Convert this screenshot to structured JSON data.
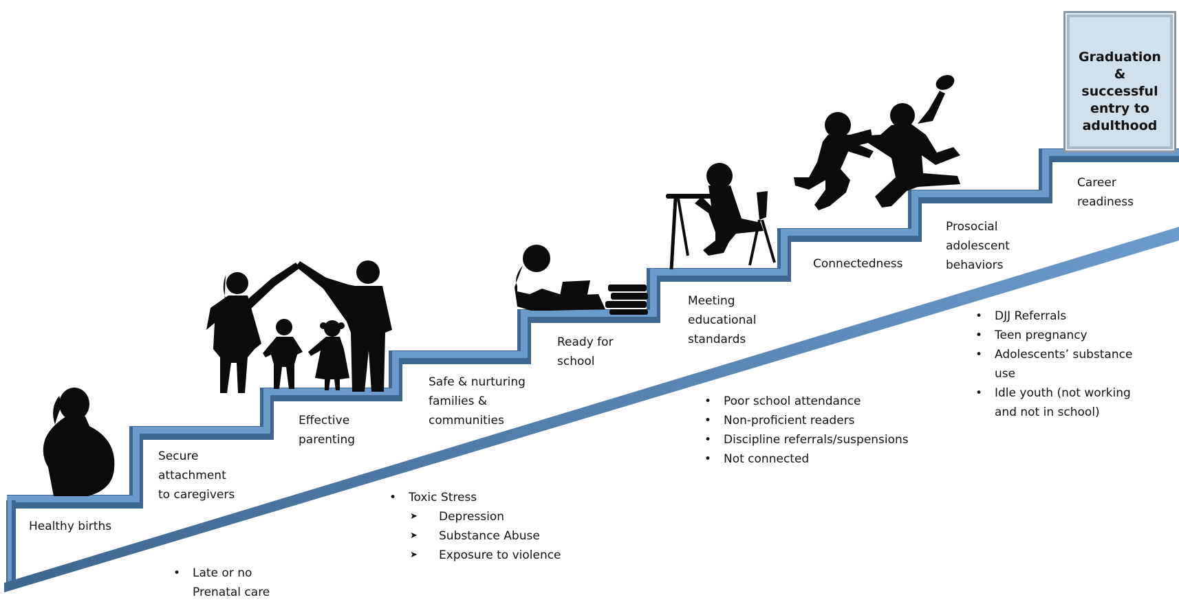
{
  "steps": [
    {
      "label": "Healthy births"
    },
    {
      "label": "Secure\nattachment\nto caregivers"
    },
    {
      "label": "Effective\nparenting"
    },
    {
      "label": "Safe & nurturing\nfamilies &\ncommunities"
    },
    {
      "label": "Ready for\nschool"
    },
    {
      "label": "Meeting\neducational\nstandards"
    },
    {
      "label": "Connectedness"
    },
    {
      "label": "Prosocial\nadolescent\nbehaviors"
    },
    {
      "label": "Career\nreadiness"
    }
  ],
  "goal": "Graduation\n&\nsuccessful\nentry to\nadulthood",
  "risks": {
    "prenatal": [
      "Late or no\nPrenatal care"
    ],
    "toxic_stress": {
      "title": "Toxic Stress",
      "items": [
        "Depression",
        "Substance Abuse",
        "Exposure to violence"
      ]
    },
    "school": [
      "Poor school attendance",
      "Non-proficient readers",
      "Discipline referrals/suspensions",
      "Not connected"
    ],
    "adolescent": [
      "DJJ Referrals",
      "Teen pregnancy",
      "Adolescents’ substance\nuse",
      "Idle youth (not working\nand not in school)"
    ]
  },
  "colors": {
    "stair_light": "#6b9bcb",
    "stair_dark": "#3e6790",
    "stair_shadow": "#5a82ab",
    "silhouette": "#0b0b0b",
    "goal_fill": "#d2e0ec"
  },
  "icons": [
    "pregnant-woman-icon",
    "family-icon",
    "child-reading-icon",
    "student-desk-icon",
    "football-players-icon"
  ]
}
